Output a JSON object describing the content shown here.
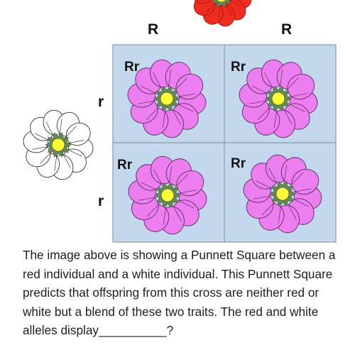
{
  "punnett_square": {
    "top_parent": {
      "flower_icon": "red-flower-icon",
      "flower_color": "#f02b1f",
      "alleles": [
        "R",
        "R"
      ]
    },
    "side_parent": {
      "flower_icon": "white-flower-icon",
      "flower_color": "#ffffff",
      "alleles": [
        "r",
        "r"
      ]
    },
    "cells": [
      {
        "genotype": "Rr",
        "flower_icon": "pink-flower-icon"
      },
      {
        "genotype": "Rr",
        "flower_icon": "pink-flower-icon"
      },
      {
        "genotype": "Rr",
        "flower_icon": "pink-flower-icon"
      },
      {
        "genotype": "Rr",
        "flower_icon": "pink-flower-icon"
      }
    ],
    "offspring_color": "#ec7ef0",
    "grid_color": "#c3d7ed",
    "center_color": "#ffff33",
    "sepal_color": "#668a56"
  },
  "question": "The image above is showing a Punnett Square between a red individual and a white individual. This Punnett Square predicts that offspring from this cross are neither red or white but a blend of these two traits. The red and white alleles display__________?"
}
